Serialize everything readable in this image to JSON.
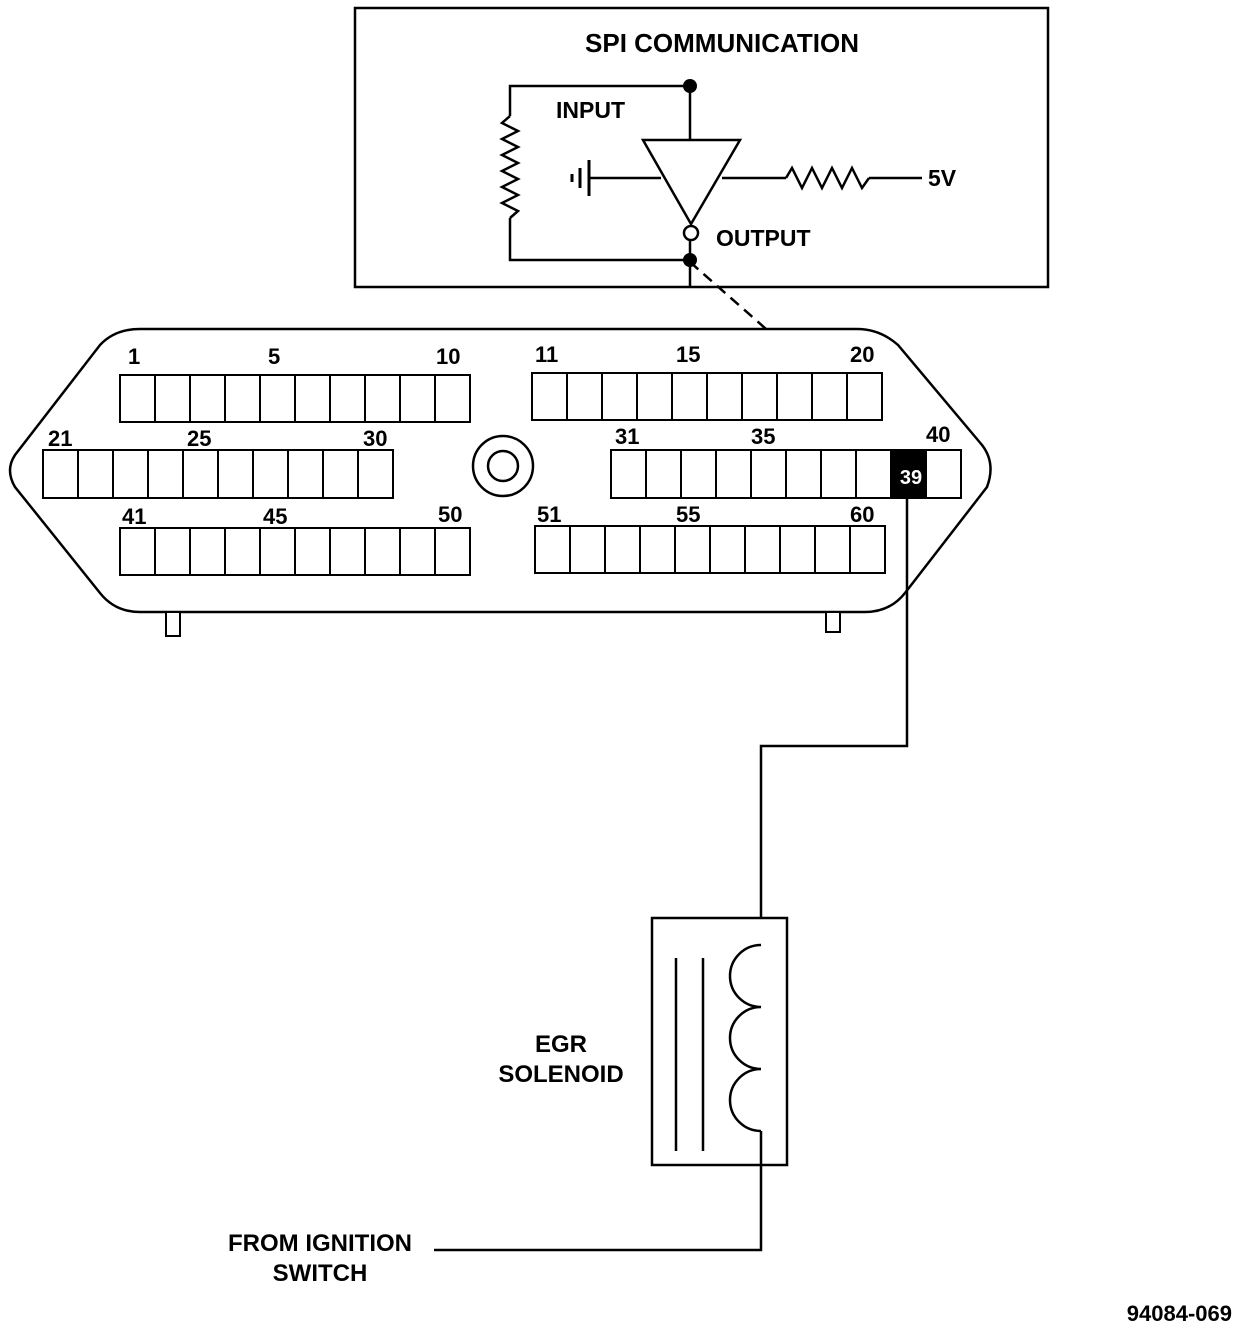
{
  "spi_box": {
    "title": "SPI COMMUNICATION",
    "input_label": "INPUT",
    "output_label": "OUTPUT",
    "voltage_label": "5V"
  },
  "connector": {
    "pin_labels": {
      "r1": [
        "1",
        "5",
        "10"
      ],
      "r2": [
        "11",
        "15",
        "20"
      ],
      "r3": [
        "21",
        "25",
        "30"
      ],
      "r4": [
        "31",
        "35",
        "40"
      ],
      "r5": [
        "41",
        "45",
        "50"
      ],
      "r6": [
        "51",
        "55",
        "60"
      ]
    },
    "highlighted_pin": "39"
  },
  "solenoid": {
    "line1": "EGR",
    "line2": "SOLENOID"
  },
  "source": {
    "line1": "FROM IGNITION",
    "line2": "SWITCH"
  },
  "figure_id": "94084-069"
}
